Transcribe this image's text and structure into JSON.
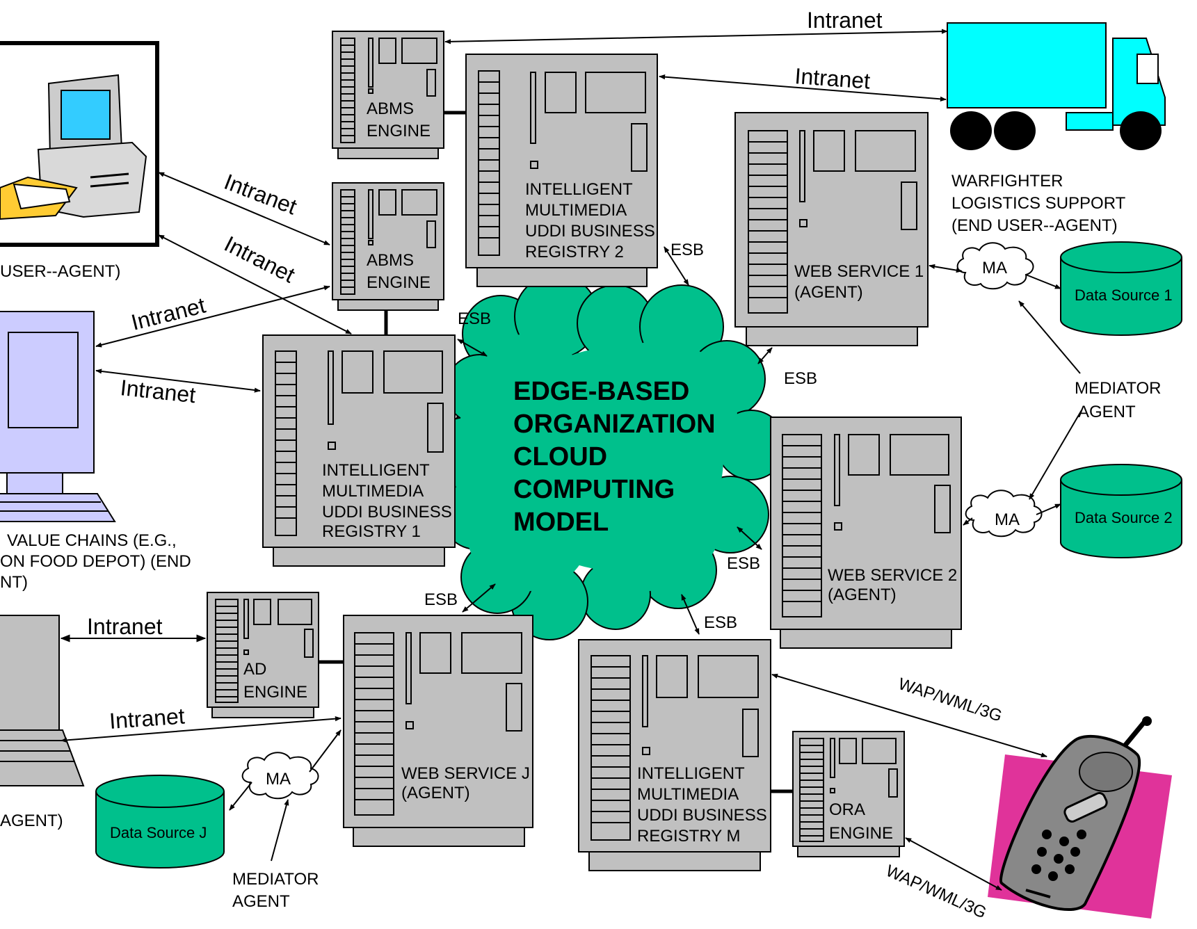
{
  "colors": {
    "server": "#c0c0c0",
    "cloud": "#00c08c",
    "datasource": "#00c08c",
    "truck": "#00ffff",
    "monitor": "#33ccff",
    "terminal": "#ccccff",
    "phone_backdrop": "#e0339a"
  },
  "cloud": {
    "line1": "EDGE-BASED",
    "line2": "ORGANIZATION",
    "line3": "CLOUD",
    "line4": "COMPUTING",
    "line5": "MODEL"
  },
  "servers": {
    "abms1": {
      "line1": "ABMS",
      "line2": "ENGINE"
    },
    "abms2": {
      "line1": "ABMS",
      "line2": "ENGINE"
    },
    "reg2": {
      "line1": "INTELLIGENT",
      "line2": "MULTIMEDIA",
      "line3": "UDDI BUSINESS",
      "line4": "REGISTRY 2"
    },
    "reg1": {
      "line1": "INTELLIGENT",
      "line2": "MULTIMEDIA",
      "line3": "UDDI BUSINESS",
      "line4": "REGISTRY 1"
    },
    "regm": {
      "line1": "INTELLIGENT",
      "line2": "MULTIMEDIA",
      "line3": "UDDI BUSINESS",
      "line4": "REGISTRY M"
    },
    "ws1": {
      "line1": "WEB SERVICE 1",
      "line2": "(AGENT)"
    },
    "ws2": {
      "line1": "WEB SERVICE 2",
      "line2": "(AGENT)"
    },
    "wsj": {
      "line1": "WEB SERVICE J",
      "line2": "(AGENT)"
    },
    "ad": {
      "line1": "AD",
      "line2": "ENGINE"
    },
    "ora": {
      "line1": "ORA",
      "line2": "ENGINE"
    }
  },
  "datasources": {
    "ds1": "Data Source 1",
    "ds2": "Data Source 2",
    "dsj": "Data Source J"
  },
  "mediator_agents": {
    "ma": "MA"
  },
  "labels": {
    "warfighter_line1": "WARFIGHTER",
    "warfighter_line2": "LOGISTICS SUPPORT",
    "warfighter_line3": "(END USER--AGENT)",
    "user_agent_topleft": "USER--AGENT)",
    "value_chains_line1": "VALUE CHAINS (E.G.,",
    "value_chains_line2": "ON FOOD DEPOT) (END",
    "value_chains_line3": "NT)",
    "agent_bottomleft": "AGENT)",
    "mediator_right_line1": "MEDIATOR",
    "mediator_right_line2": "AGENT",
    "mediator_bottom_line1": "MEDIATOR",
    "mediator_bottom_line2": "AGENT"
  },
  "connections": {
    "intranet": "Intranet",
    "esb": "ESB",
    "wap": "WAP/WML/3G"
  }
}
